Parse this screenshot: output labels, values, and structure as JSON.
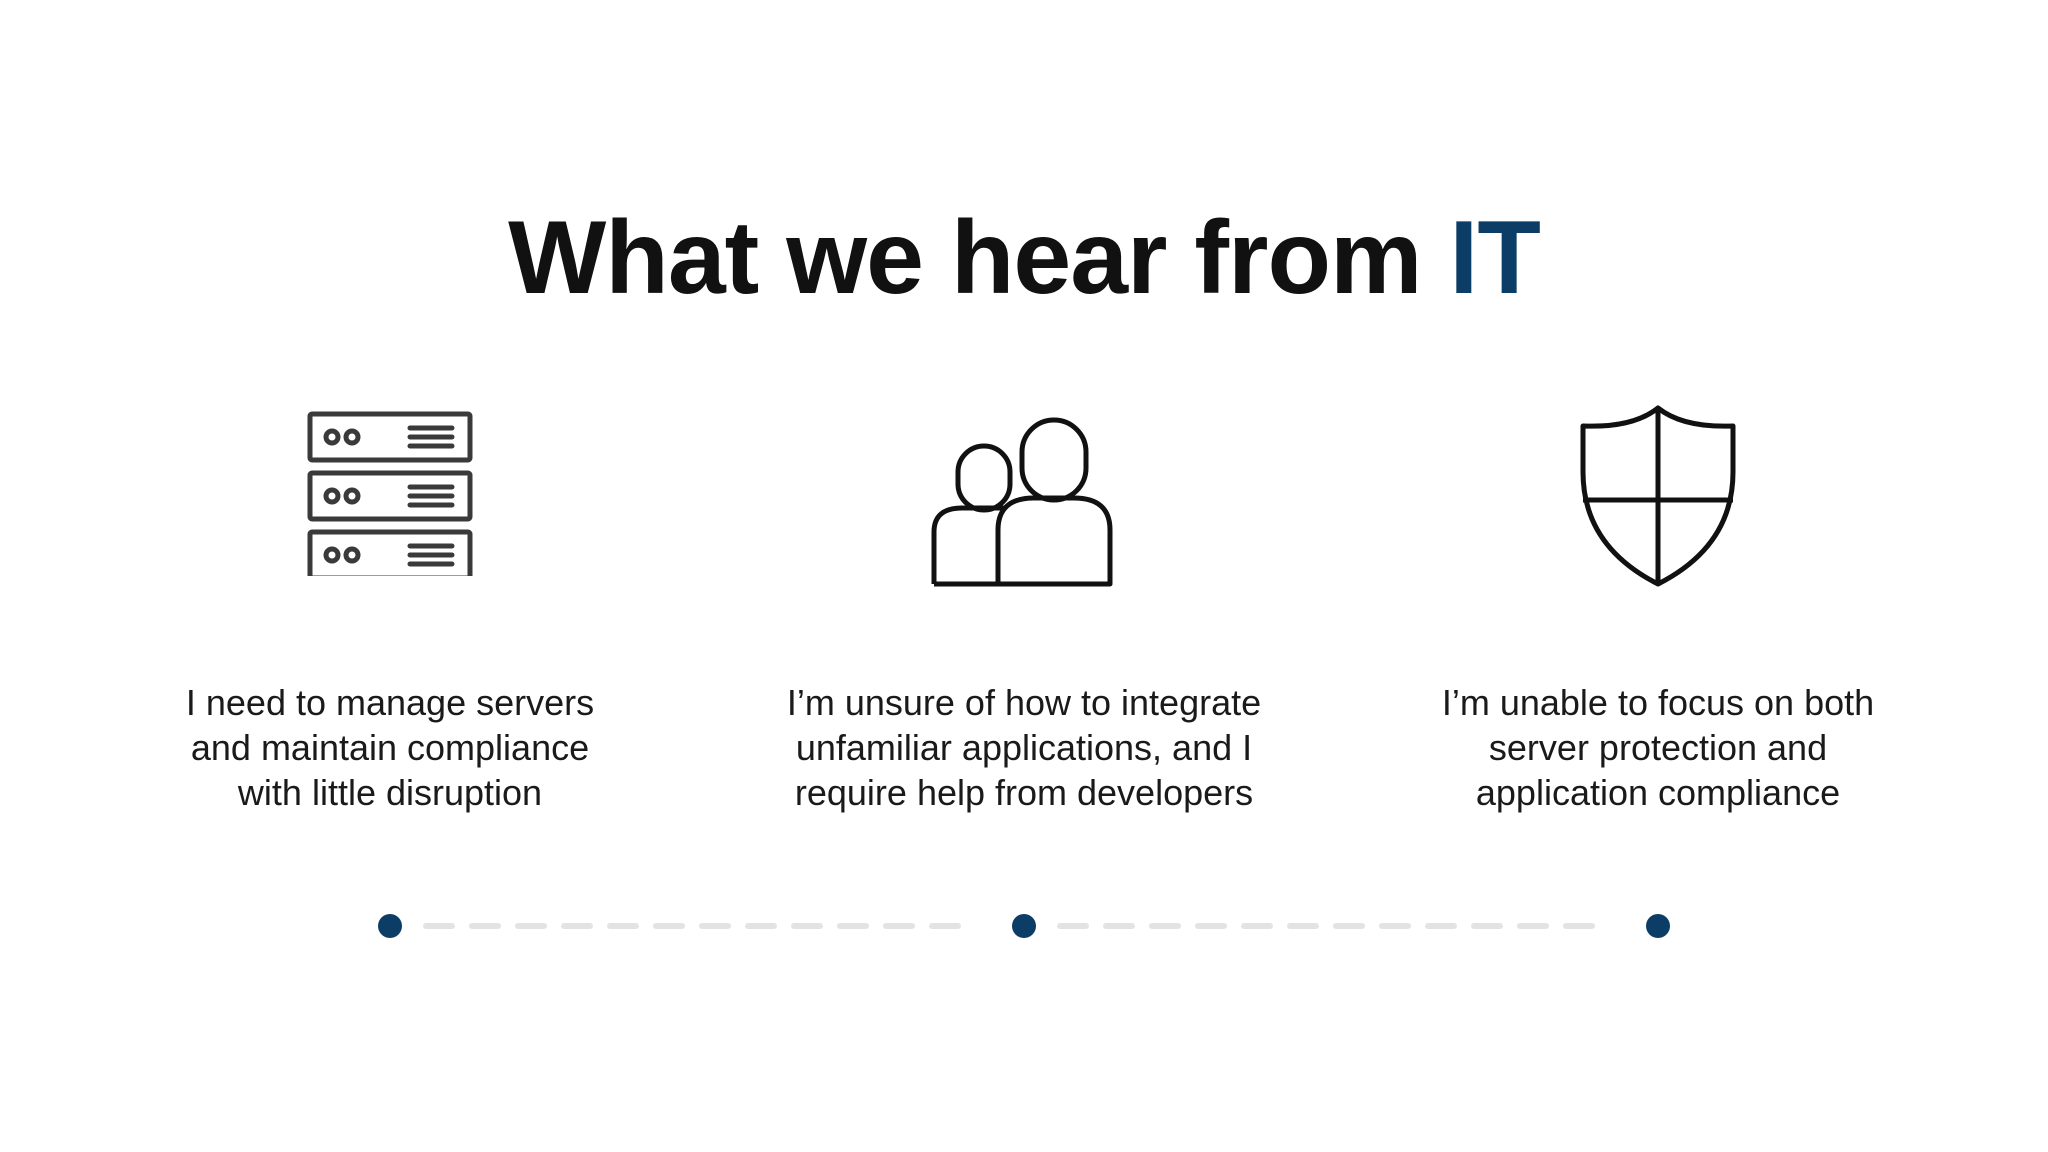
{
  "slide": {
    "title_main": "What we hear from",
    "title_accent": "IT",
    "accent_color": "#0b3d66"
  },
  "items": [
    {
      "icon": "server-rack-icon",
      "lines": [
        "I need to manage servers",
        "and maintain compliance",
        "with little disruption"
      ]
    },
    {
      "icon": "people-icon",
      "lines": [
        "I’m unsure of how to integrate",
        "unfamiliar applications, and I",
        "require help from developers"
      ]
    },
    {
      "icon": "shield-icon",
      "lines": [
        "I’m unable to focus on both",
        "server protection and",
        "application compliance"
      ]
    }
  ],
  "timeline": {
    "dot_color": "#0b3d66",
    "dash_color": "#e3e3e3",
    "dot_count": 3
  }
}
